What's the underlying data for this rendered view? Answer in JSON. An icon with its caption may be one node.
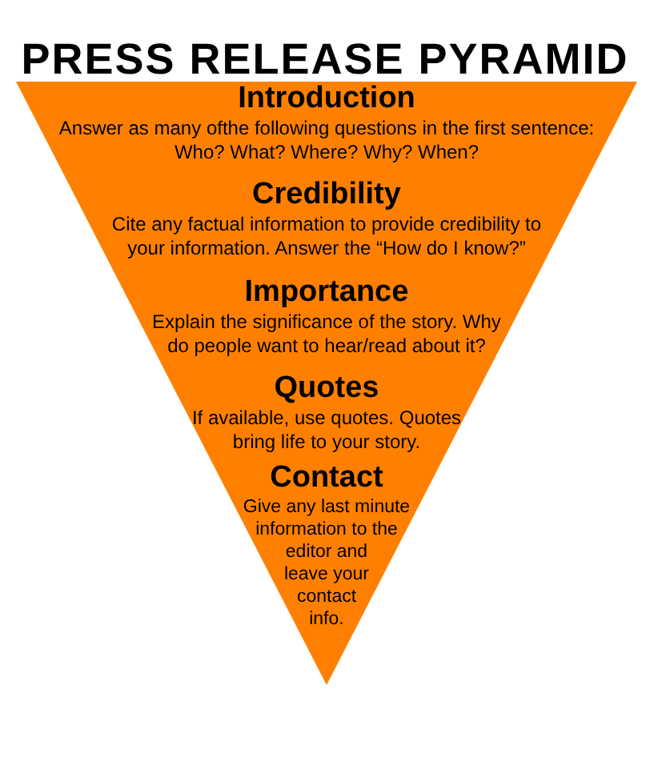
{
  "diagram": {
    "title": "PRESS RELEASE PYRAMID",
    "nodes": [
      {
        "text": [
          "Introduction",
          "Answer as many ofthe following questions in the first sentence: Who? What? Where? Why? When?"
        ]
      },
      {
        "text": [
          "Credibility",
          "Cite any factual information to provide credibility to your information. Answer the “How do I know?”"
        ]
      },
      {
        "text": [
          "Importance",
          "Explain the significance of the story. Why do people want to hear/read about it?"
        ]
      },
      {
        "text": [
          "Quotes",
          "If available, use quotes. Quotes bring life to your story."
        ]
      },
      {
        "text": [
          "Contact",
          "Give any last minute information to the editor and leave your contact info."
        ]
      }
    ],
    "edges": []
  }
}
